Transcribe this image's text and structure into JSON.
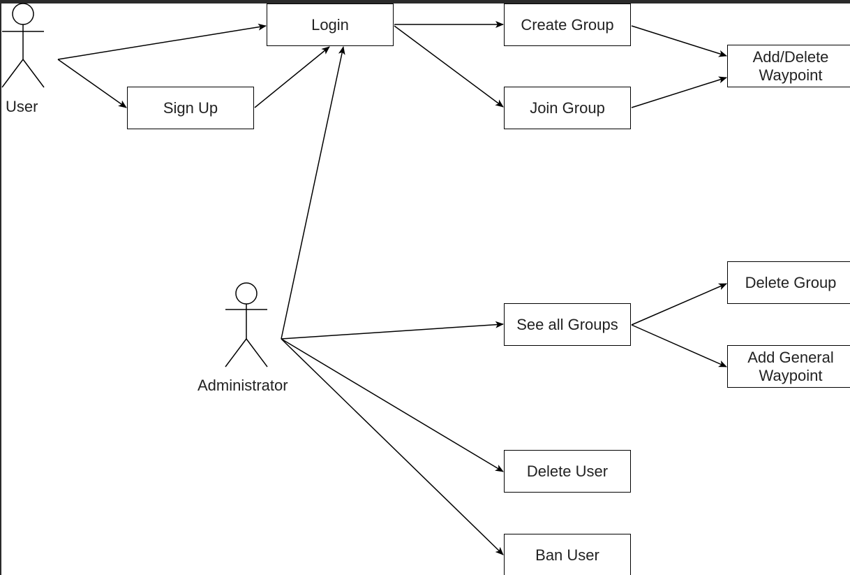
{
  "diagram": {
    "type": "use-case",
    "colors": {
      "background": "#ffffff",
      "frame": "#2b2b2b",
      "stroke": "#000000",
      "text": "#222222"
    },
    "actors": {
      "user": {
        "label": "User"
      },
      "admin": {
        "label": "Administrator"
      }
    },
    "use_cases": {
      "login": {
        "label": "Login"
      },
      "signup": {
        "label": "Sign Up"
      },
      "create_group": {
        "label": "Create Group"
      },
      "join_group": {
        "label": "Join Group"
      },
      "add_delete_waypoint": {
        "line1": "Add/Delete",
        "line2": "Waypoint"
      },
      "see_all_groups": {
        "label": "See all Groups"
      },
      "delete_group": {
        "label": "Delete Group"
      },
      "add_general_waypoint": {
        "line1": "Add General",
        "line2": "Waypoint"
      },
      "delete_user": {
        "label": "Delete User"
      },
      "ban_user": {
        "label": "Ban User"
      }
    },
    "connections": [
      {
        "from": "user",
        "to": "login"
      },
      {
        "from": "user",
        "to": "signup"
      },
      {
        "from": "signup",
        "to": "login"
      },
      {
        "from": "admin",
        "to": "login"
      },
      {
        "from": "login",
        "to": "create_group"
      },
      {
        "from": "login",
        "to": "join_group"
      },
      {
        "from": "create_group",
        "to": "add_delete_waypoint"
      },
      {
        "from": "join_group",
        "to": "add_delete_waypoint"
      },
      {
        "from": "admin",
        "to": "see_all_groups"
      },
      {
        "from": "see_all_groups",
        "to": "delete_group"
      },
      {
        "from": "see_all_groups",
        "to": "add_general_waypoint"
      },
      {
        "from": "admin",
        "to": "delete_user"
      },
      {
        "from": "admin",
        "to": "ban_user"
      }
    ]
  }
}
